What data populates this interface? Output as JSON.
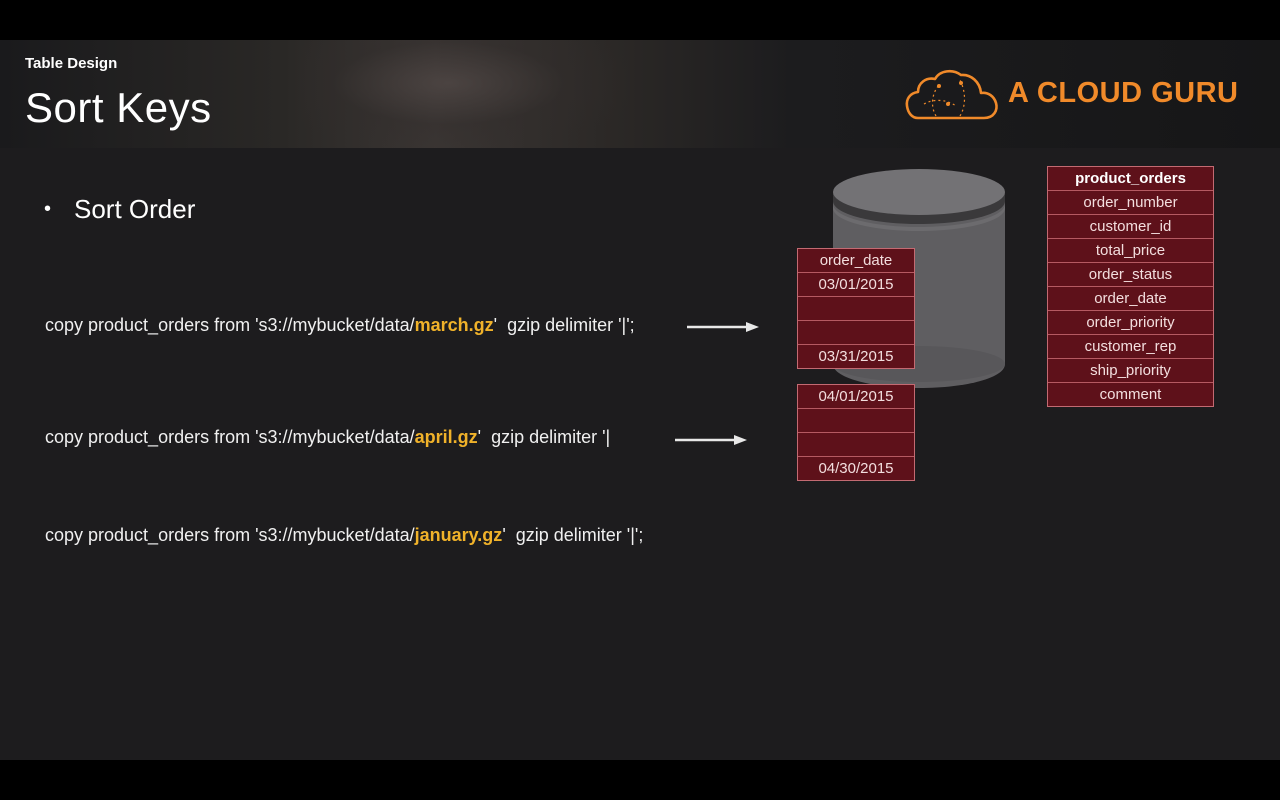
{
  "slide": {
    "section": "Table Design",
    "title": "Sort Keys",
    "bullet": "Sort Order"
  },
  "brand": {
    "name": "A CLOUD GURU",
    "color": "#f08a2a",
    "icon": "cloud-logo-icon"
  },
  "commands": [
    {
      "prefix": "copy product_orders from 's3://mybucket/data/",
      "file": "march.gz",
      "suffix": "'  gzip delimiter '|';"
    },
    {
      "prefix": "copy product_orders from 's3://mybucket/data/",
      "file": "april.gz",
      "suffix": "'  gzip delimiter '|"
    },
    {
      "prefix": "copy product_orders from 's3://mybucket/data/",
      "file": "january.gz",
      "suffix": "'  gzip delimiter '|';"
    }
  ],
  "block_march": {
    "header": "order_date",
    "rows": [
      "03/01/2015",
      "",
      "",
      "03/31/2015"
    ]
  },
  "block_april": {
    "rows": [
      "04/01/2015",
      "",
      "",
      "04/30/2015"
    ]
  },
  "schema": {
    "table_name": "product_orders",
    "columns": [
      "order_number",
      "customer_id",
      "total_price",
      "order_status",
      "order_date",
      "order_priority",
      "customer_rep",
      "ship_priority",
      "comment"
    ]
  },
  "colors": {
    "filename": "#f0b22a",
    "cell_bg": "#5e111a",
    "cell_border": "#c36a72",
    "database": "#5f5e61"
  }
}
